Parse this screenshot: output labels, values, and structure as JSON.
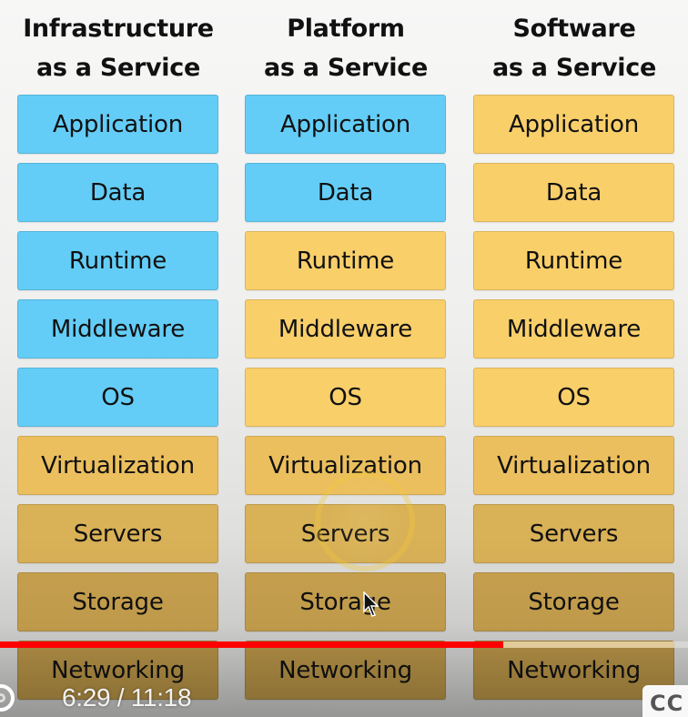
{
  "columns": [
    {
      "title_line1": "Infrastructure",
      "title_line2": "as a Service",
      "layers": [
        {
          "label": "Application",
          "managed_by": "you",
          "color": "#63cdf7"
        },
        {
          "label": "Data",
          "managed_by": "you",
          "color": "#63cdf7"
        },
        {
          "label": "Runtime",
          "managed_by": "you",
          "color": "#63cdf7"
        },
        {
          "label": "Middleware",
          "managed_by": "you",
          "color": "#63cdf7"
        },
        {
          "label": "OS",
          "managed_by": "you",
          "color": "#63cdf7"
        },
        {
          "label": "Virtualization",
          "managed_by": "provider",
          "color": "#f9cf6a"
        },
        {
          "label": "Servers",
          "managed_by": "provider",
          "color": "#f9cf6a"
        },
        {
          "label": "Storage",
          "managed_by": "provider",
          "color": "#f9cf6a"
        },
        {
          "label": "Networking",
          "managed_by": "provider",
          "color": "#f9cf6a"
        }
      ]
    },
    {
      "title_line1": "Platform",
      "title_line2": "as a Service",
      "layers": [
        {
          "label": "Application",
          "managed_by": "you",
          "color": "#63cdf7"
        },
        {
          "label": "Data",
          "managed_by": "you",
          "color": "#63cdf7"
        },
        {
          "label": "Runtime",
          "managed_by": "provider",
          "color": "#f9cf6a"
        },
        {
          "label": "Middleware",
          "managed_by": "provider",
          "color": "#f9cf6a"
        },
        {
          "label": "OS",
          "managed_by": "provider",
          "color": "#f9cf6a"
        },
        {
          "label": "Virtualization",
          "managed_by": "provider",
          "color": "#f9cf6a"
        },
        {
          "label": "Servers",
          "managed_by": "provider",
          "color": "#f9cf6a"
        },
        {
          "label": "Storage",
          "managed_by": "provider",
          "color": "#f9cf6a"
        },
        {
          "label": "Networking",
          "managed_by": "provider",
          "color": "#f9cf6a"
        }
      ]
    },
    {
      "title_line1": "Software",
      "title_line2": "as a Service",
      "layers": [
        {
          "label": "Application",
          "managed_by": "provider",
          "color": "#f9cf6a"
        },
        {
          "label": "Data",
          "managed_by": "provider",
          "color": "#f9cf6a"
        },
        {
          "label": "Runtime",
          "managed_by": "provider",
          "color": "#f9cf6a"
        },
        {
          "label": "Middleware",
          "managed_by": "provider",
          "color": "#f9cf6a"
        },
        {
          "label": "OS",
          "managed_by": "provider",
          "color": "#f9cf6a"
        },
        {
          "label": "Virtualization",
          "managed_by": "provider",
          "color": "#f9cf6a"
        },
        {
          "label": "Servers",
          "managed_by": "provider",
          "color": "#f9cf6a"
        },
        {
          "label": "Storage",
          "managed_by": "provider",
          "color": "#f9cf6a"
        },
        {
          "label": "Networking",
          "managed_by": "provider",
          "color": "#f9cf6a"
        }
      ]
    }
  ],
  "player": {
    "current_time": "6:29",
    "duration": "11:18",
    "time_display": "6:29 / 11:18",
    "progress_percent": 74.6,
    "buffered_percent": 100,
    "progress_color": "#ff0000",
    "cc_label": "CC"
  },
  "colors": {
    "customer_managed": "#63cdf7",
    "provider_managed": "#f9cf6a",
    "background": "#f2f2f1"
  }
}
